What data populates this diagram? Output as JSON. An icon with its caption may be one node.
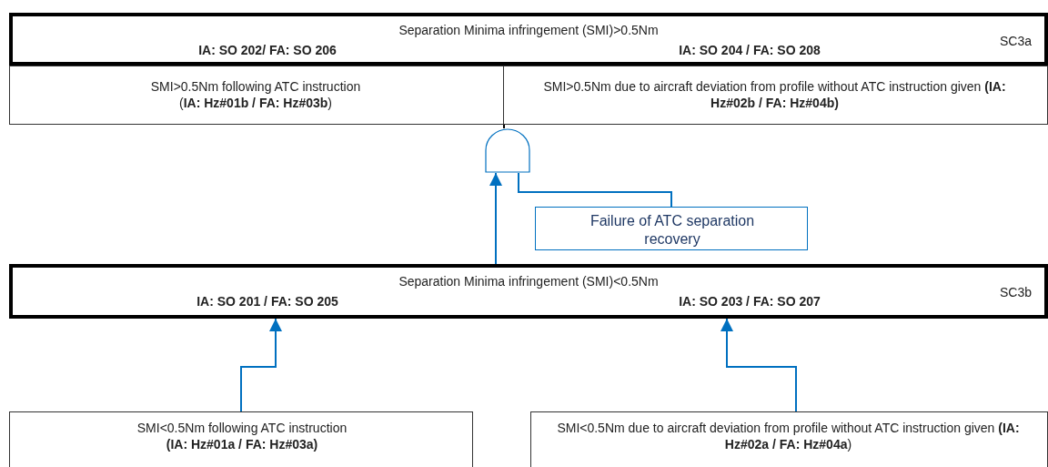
{
  "diagram": {
    "nodes": [
      {
        "text": [
          "Separation Minima infringement (SMI)>0.5Nm",
          "IA: SO 202/  FA: SO 206",
          "IA: SO 204 / FA: SO 208",
          "SC3a"
        ]
      },
      {
        "text": [
          "SMI>0.5Nm following ATC instruction (**IA: Hz#01b / FA: Hz#03b**)"
        ]
      },
      {
        "text": [
          "SMI>0.5Nm due to aircraft deviation from profile without ATC instruction given **(IA: Hz#02b / FA: Hz#04b)**"
        ]
      },
      {
        "text": [],
        "shape": "gate"
      },
      {
        "text": [
          "Failure of ATC separation recovery"
        ]
      },
      {
        "text": [
          "Separation Minima infringement (SMI)<0.5Nm",
          "IA: SO 201 / FA: SO 205",
          "IA: SO 203 / FA: SO 207",
          "SC3b"
        ]
      },
      {
        "text": [
          "SMI<0.5Nm following ATC instruction **(IA: Hz#01a / FA: Hz#03a)**"
        ]
      },
      {
        "text": [
          "SMI<0.5Nm due to aircraft deviation from profile without ATC instruction given **(IA: Hz#02a / FA: Hz#04a**)"
        ]
      }
    ],
    "edges": [
      {
        "from": 3,
        "to": 1,
        "arrow": "none",
        "color": "#000000"
      },
      {
        "from": 3,
        "to": 2,
        "arrow": "none",
        "color": "#000000"
      },
      {
        "from": 4,
        "to": 3,
        "arrow": "none"
      },
      {
        "from": 5,
        "to": 3,
        "arrow": "to"
      },
      {
        "from": 6,
        "to": 5,
        "arrow": "to"
      },
      {
        "from": 7,
        "to": 5,
        "arrow": "to"
      }
    ]
  }
}
